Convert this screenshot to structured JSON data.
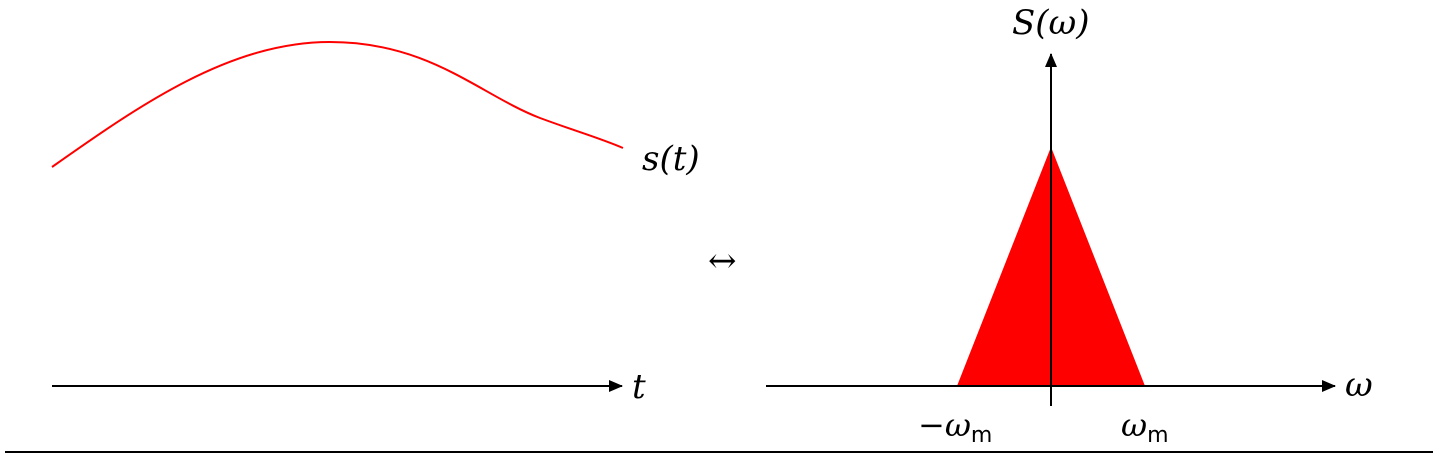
{
  "time_domain": {
    "signal_label": "s(t)",
    "axis_label": "t"
  },
  "transform_symbol": "↔",
  "frequency_domain": {
    "spectrum_label": "S(ω)",
    "axis_label": "ω",
    "left_limit_prefix": "−ω",
    "right_limit_prefix": "ω",
    "subscript": "m"
  },
  "colors": {
    "signal": "#ff0000",
    "spectrum_fill": "#ff0000",
    "axes": "#000000"
  }
}
